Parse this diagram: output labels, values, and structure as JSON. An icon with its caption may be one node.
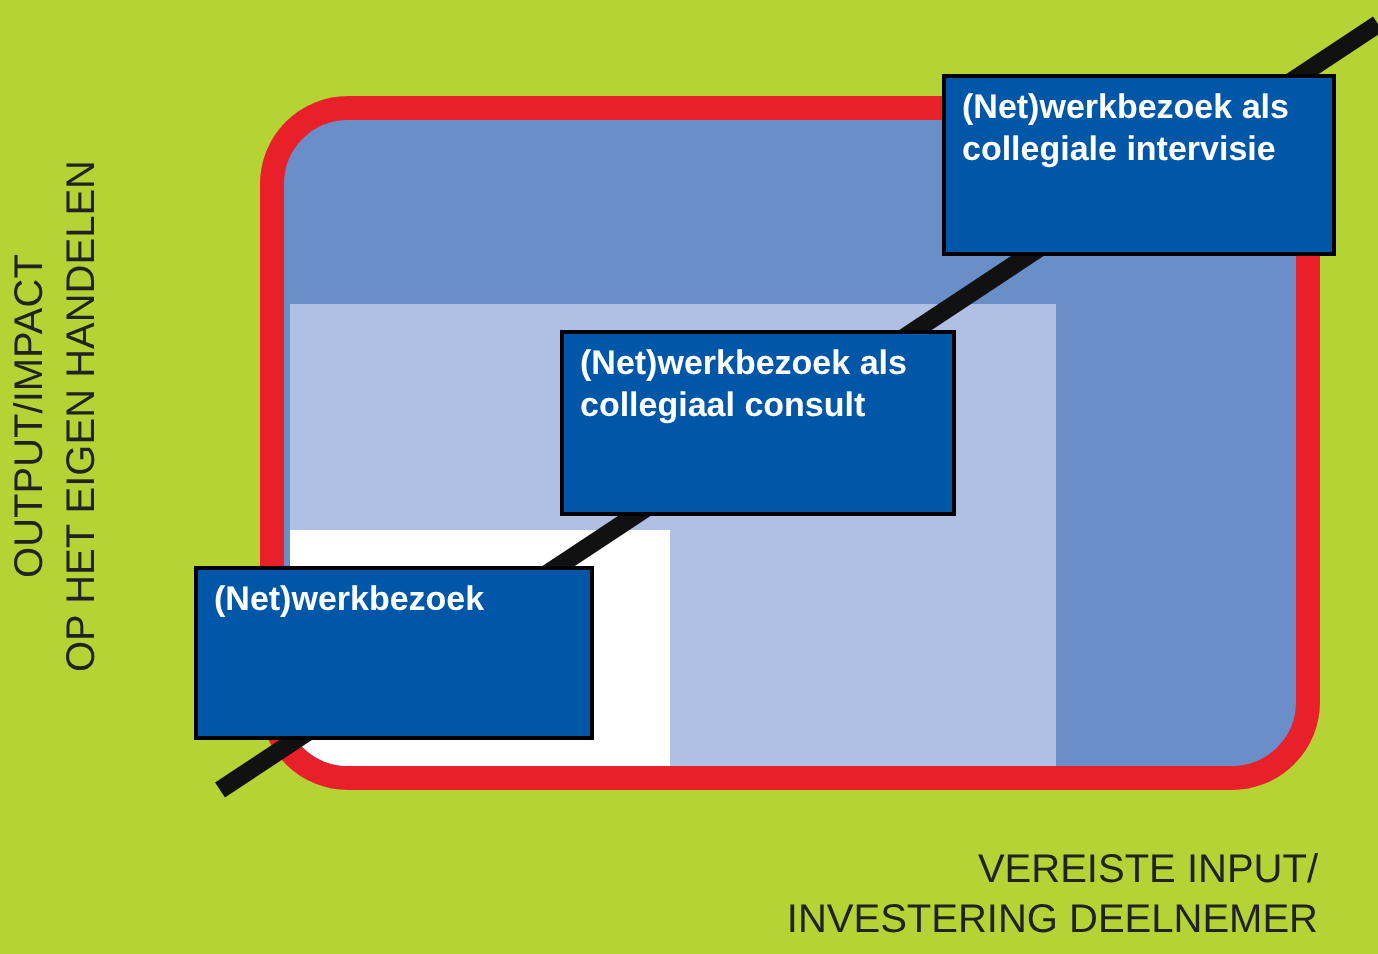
{
  "diagram": {
    "nodes": [
      {
        "text": [
          "(Net)werkbezoek"
        ]
      },
      {
        "text": [
          "(Net)werkbezoek als collegiaal consult"
        ]
      },
      {
        "text": [
          "(Net)werkbezoek als collegiale intervisie"
        ]
      }
    ],
    "labels": [
      "OUTPUT/IMPACT",
      "OP HET EIGEN HANDELEN",
      "VEREISTE INPUT/",
      "INVESTERING DEELNEMER"
    ]
  }
}
